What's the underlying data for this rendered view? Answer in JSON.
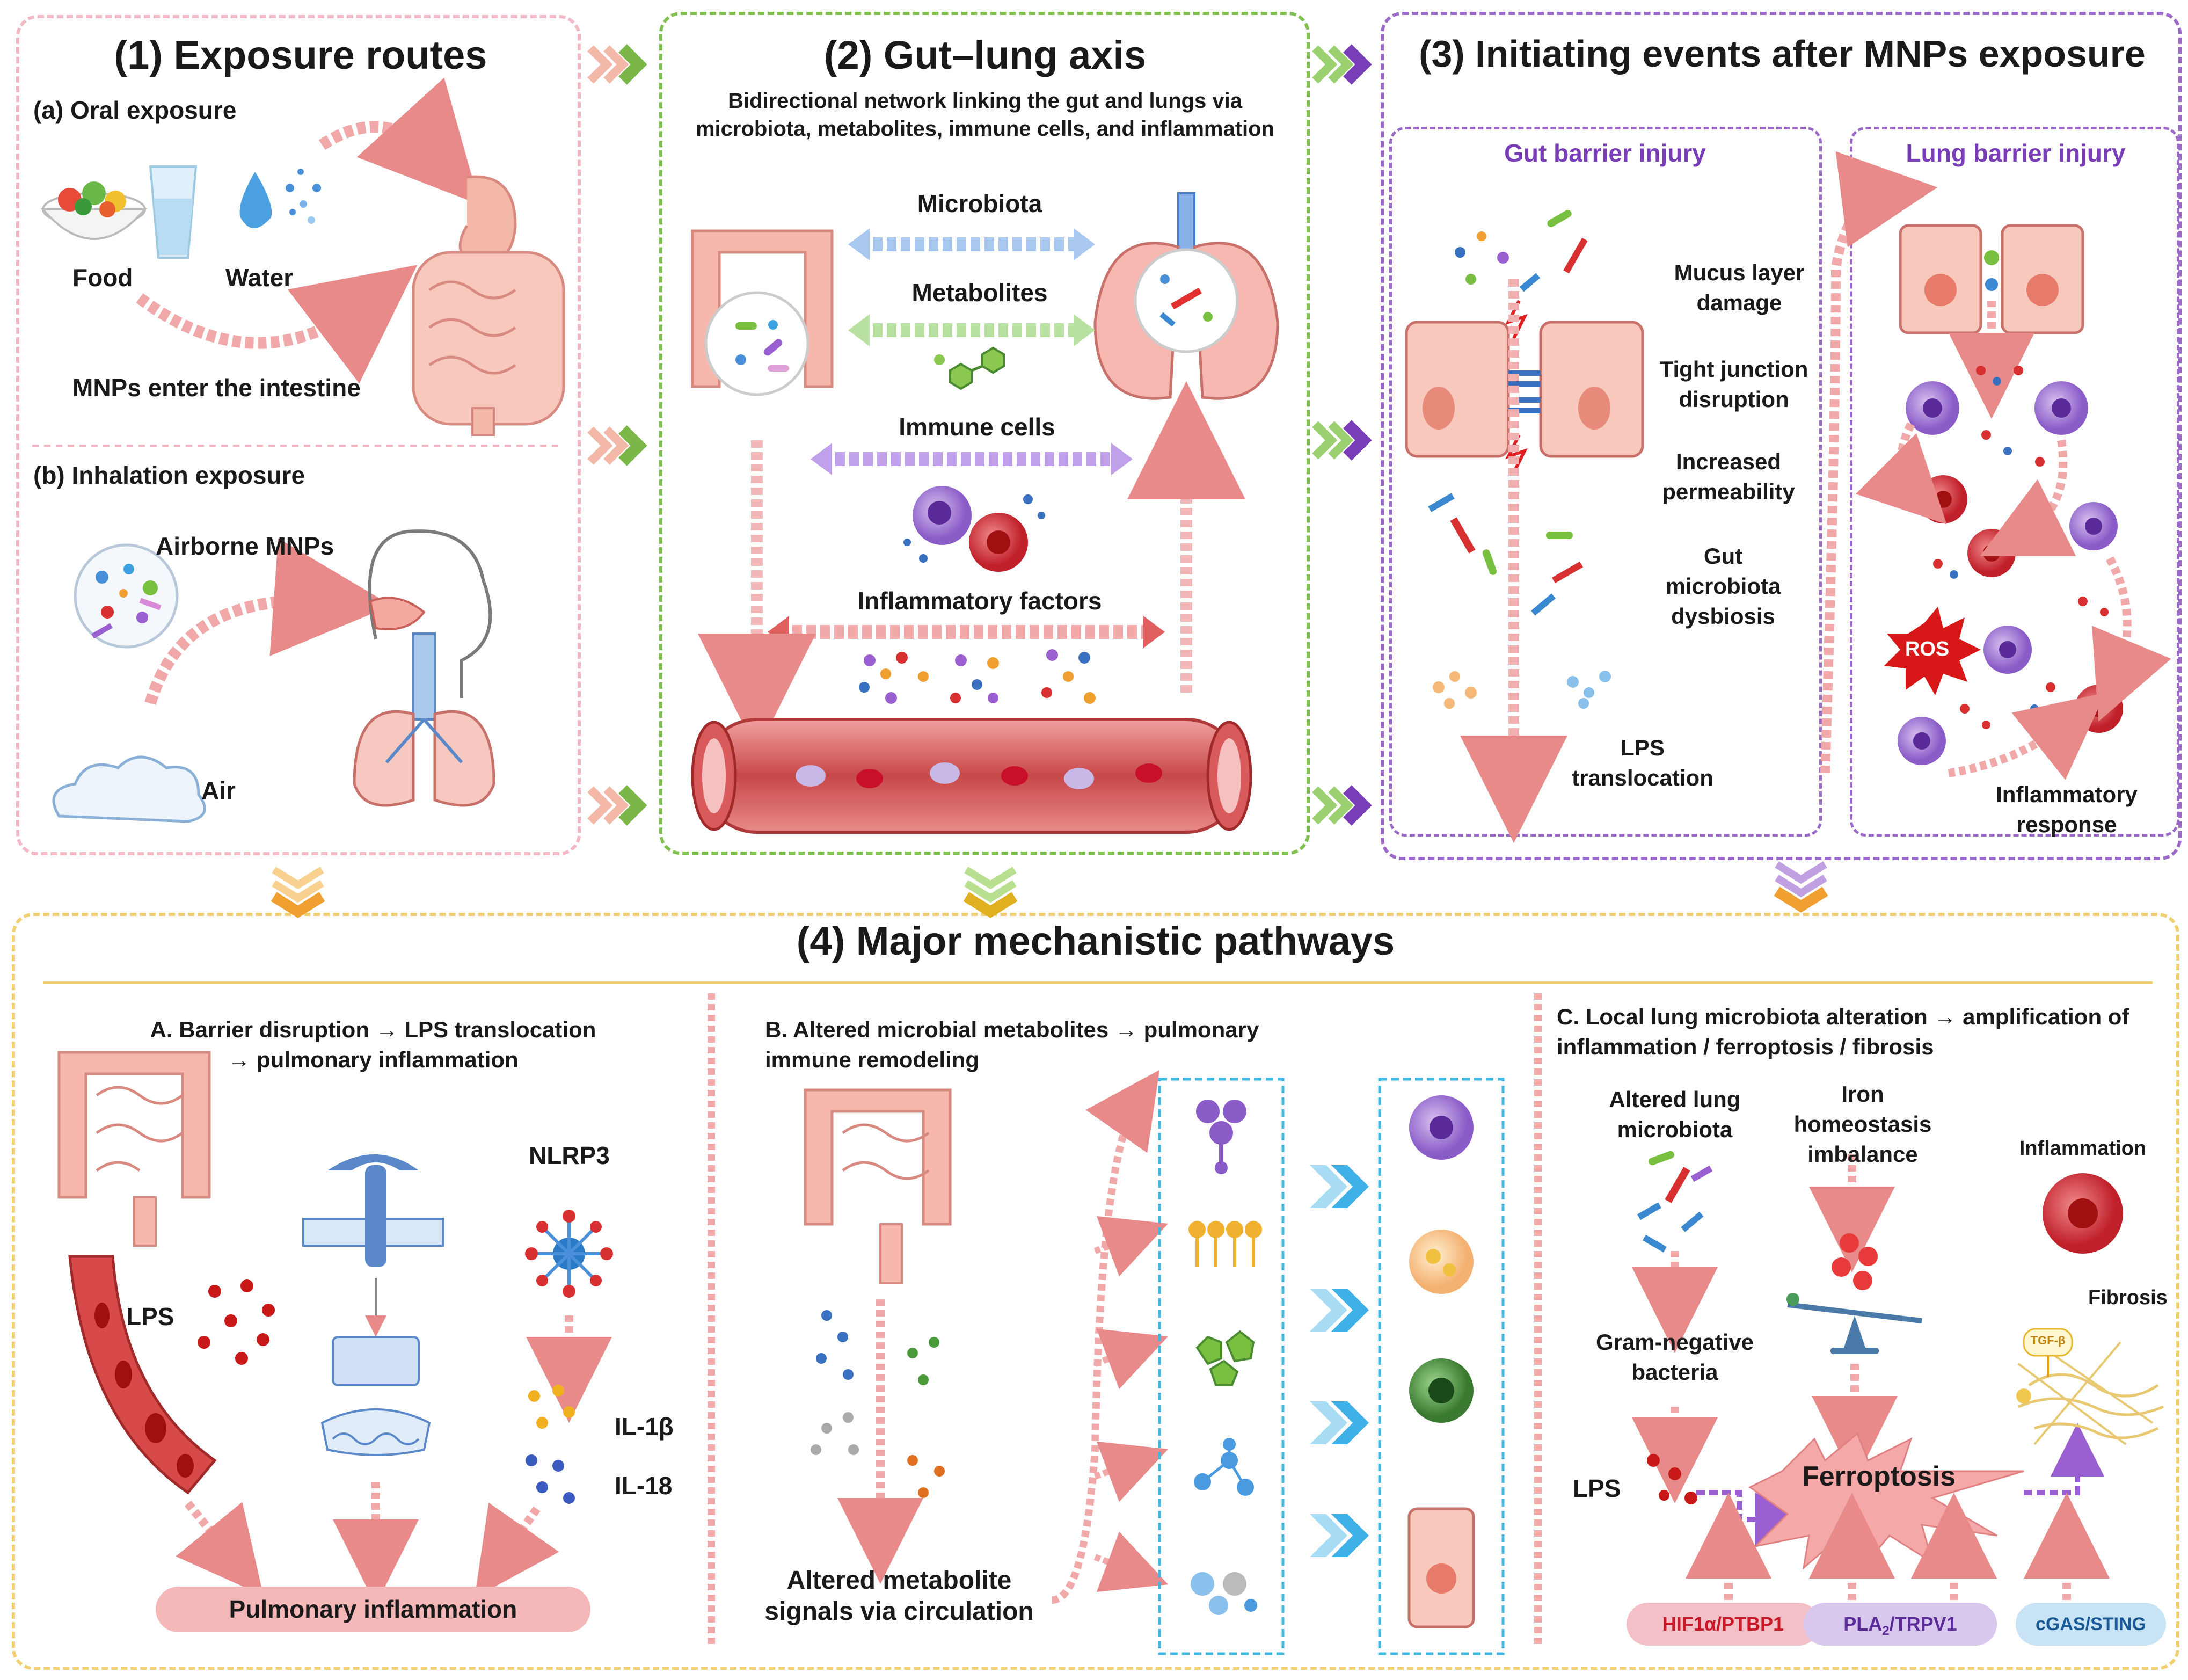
{
  "panel1": {
    "title": "(1) Exposure routes",
    "oral": {
      "label": "(a) Oral exposure",
      "food": "Food",
      "water": "Water",
      "caption": "MNPs enter the intestine"
    },
    "inhalation": {
      "label": "(b) Inhalation exposure",
      "airborne": "Airborne MNPs",
      "air": "Air"
    }
  },
  "panel2": {
    "title": "(2) Gut–lung axis",
    "subtitle_line1": "Bidirectional network linking the gut and lungs via",
    "subtitle_line2": "microbiota, metabolites, immune cells, and inflammation",
    "microbiota": "Microbiota",
    "metabolites": "Metabolites",
    "immune_cells": "Immune cells",
    "inflammatory_factors": "Inflammatory factors"
  },
  "panel3": {
    "title": "(3) Initiating events after MNPs exposure",
    "gut_title": "Gut barrier injury",
    "lung_title": "Lung barrier injury",
    "events": [
      [
        "Mucus layer",
        "damage"
      ],
      [
        "Tight junction",
        "disruption"
      ],
      [
        "Increased",
        "permeability"
      ],
      [
        "Gut",
        "microbiota",
        "dysbiosis"
      ]
    ],
    "lps_line1": "LPS",
    "lps_line2": "translocation",
    "ros": "ROS",
    "inflammatory_line1": "Inflammatory",
    "inflammatory_line2": "response"
  },
  "panel4": {
    "title": "(4) Major mechanistic pathways",
    "A": {
      "title_line1": "A. Barrier disruption → LPS translocation",
      "title_line2": "→ pulmonary inflammation",
      "lps": "LPS",
      "nlrp3": "NLRP3",
      "il1b": "IL-1β",
      "il18": "IL-18",
      "outcome": "Pulmonary inflammation"
    },
    "B": {
      "title_line1": "B. Altered microbial metabolites → pulmonary",
      "title_line2": "immune remodeling",
      "caption_line1": "Altered metabolite",
      "caption_line2": "signals via circulation"
    },
    "C": {
      "title_line1": "C. Local lung microbiota alteration → amplification of",
      "title_line2": "inflammation / ferroptosis / fibrosis",
      "altered_line1": "Altered lung",
      "altered_line2": "microbiota",
      "iron_line1": "Iron",
      "iron_line2": "homeostasis",
      "iron_line3": "imbalance",
      "inflammation": "Inflammation",
      "fibrosis": "Fibrosis",
      "tgf": "TGF-β",
      "gram_line1": "Gram-negative",
      "gram_line2": "bacteria",
      "lps": "LPS",
      "ferroptosis": "Ferroptosis",
      "pill1": "HIF1α/PTBP1",
      "pill2_main": "PLA",
      "pill2_sub": "2",
      "pill2_tail": "/TRPV1",
      "pill3": "cGAS/STING"
    }
  }
}
